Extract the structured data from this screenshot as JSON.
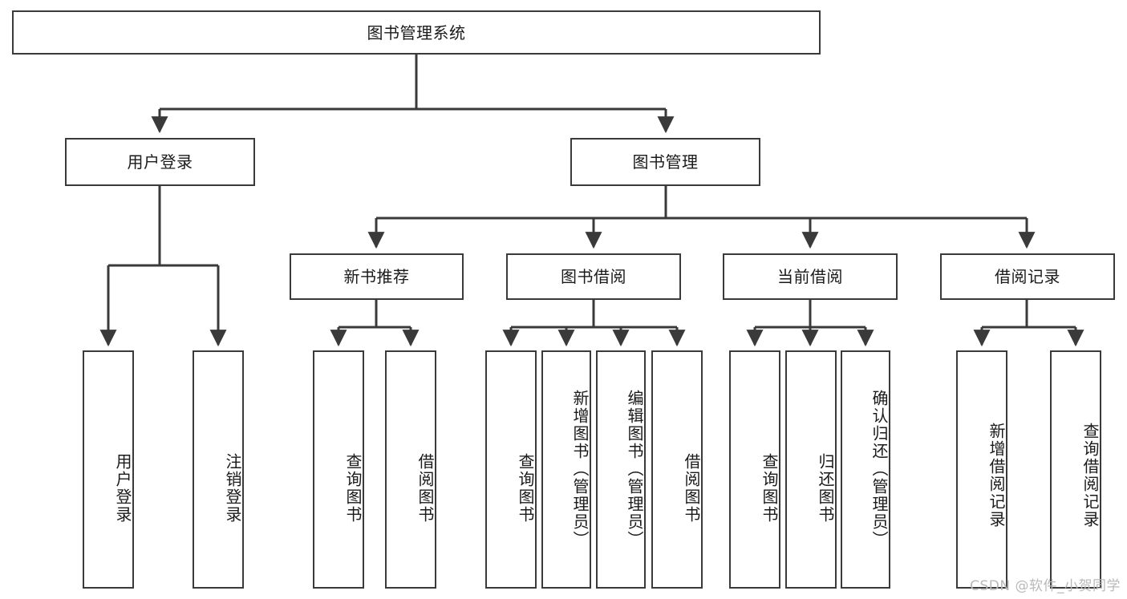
{
  "diagram": {
    "title": "图书管理系统",
    "type": "hierarchy-tree",
    "colors": {
      "box_border": "#3a3a3a",
      "box_fill": "#ffffff",
      "line": "#3a3a3a",
      "text": "#1a1a1a",
      "watermark": "#b9b9b9"
    },
    "root": {
      "label": "图书管理系统"
    },
    "level2": [
      {
        "label": "用户登录"
      },
      {
        "label": "图书管理"
      }
    ],
    "level3": [
      {
        "label": "新书推荐"
      },
      {
        "label": "图书借阅"
      },
      {
        "label": "当前借阅"
      },
      {
        "label": "借阅记录"
      }
    ],
    "leaves": {
      "user_login": [
        {
          "label": "用户登录"
        },
        {
          "label": "注销登录"
        }
      ],
      "new_book_recommend": [
        {
          "label": "查询图书"
        },
        {
          "label": "借阅图书"
        }
      ],
      "book_borrow": [
        {
          "label": "查询图书"
        },
        {
          "label": "新增图书（管理员）"
        },
        {
          "label": "编辑图书（管理员）"
        },
        {
          "label": "借阅图书"
        }
      ],
      "current_borrow": [
        {
          "label": "查询图书"
        },
        {
          "label": "归还图书"
        },
        {
          "label": "确认归还（管理员）"
        }
      ],
      "borrow_records": [
        {
          "label": "新增借阅记录"
        },
        {
          "label": "查询借阅记录"
        }
      ]
    }
  },
  "watermark": {
    "text": "CSDN @软件_小贺同学"
  }
}
